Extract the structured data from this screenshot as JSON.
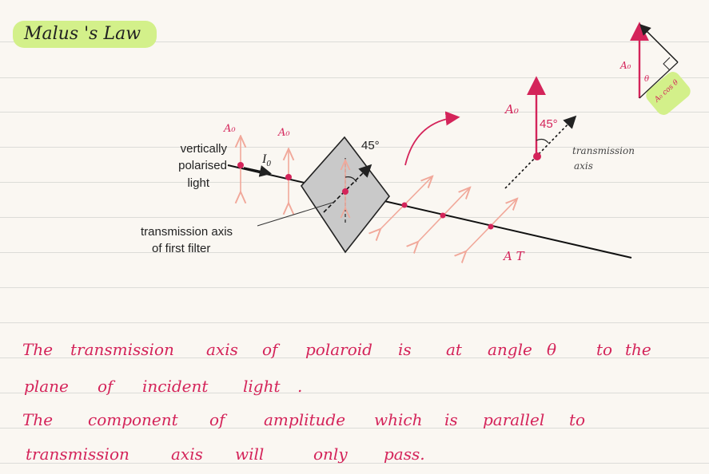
{
  "title": "Malus 's Law",
  "diagram": {
    "labels": {
      "vertically": "vertically",
      "polarised": "polarised",
      "light": "light",
      "i0": "I",
      "i0_sub": "0",
      "angle_45": "45°",
      "tx_axis_line1": "transmission axis",
      "tx_axis_line2": "of first filter",
      "a0_left": "A₀",
      "a0_mid": "A₀",
      "a_t": "A T",
      "a0_vec": "A₀",
      "angle_45_vec": "45°",
      "tx_line1": "transmission",
      "tx_line2": "axis",
      "a0_inset": "A₀",
      "theta_inset": "θ",
      "a0cos_inset": "A₀ cos θ"
    },
    "colors": {
      "accent": "#d4245a",
      "arrow_light": "#f1a89a",
      "highlight": "#d3f08a",
      "filter_fill": "#c9c9c9"
    }
  },
  "notes": {
    "line1": [
      "The",
      "transmission",
      "axis",
      "of",
      "polaroid",
      "is",
      "at",
      "angle",
      "θ",
      "to",
      "the"
    ],
    "line2": [
      "plane",
      "of",
      "incident",
      "light",
      "."
    ],
    "line3": [
      "The",
      "component",
      "of",
      "amplitude",
      "which",
      "is",
      "parallel",
      "to"
    ],
    "line4": [
      "transmission",
      "axis",
      "will",
      "only",
      "pass."
    ]
  }
}
